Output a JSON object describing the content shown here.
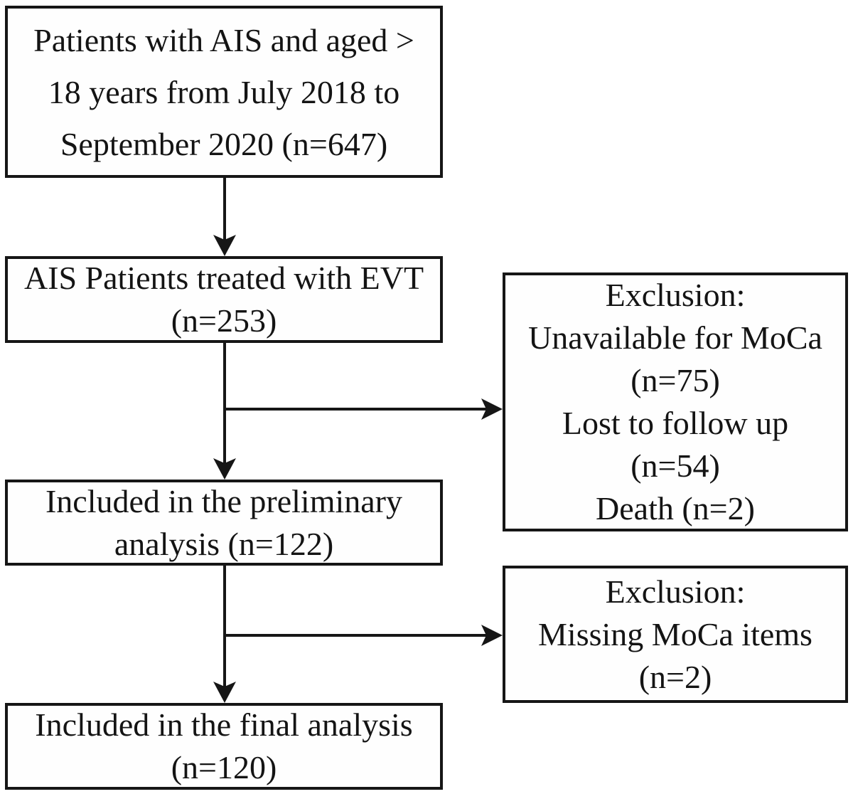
{
  "figure": {
    "type": "patient-flow-diagram",
    "colors": {
      "line": "#161616",
      "text": "#141414",
      "background": "#ffffff",
      "box_fill": "#fefefe"
    },
    "boxes": [
      {
        "id": "enrollment",
        "lines": [
          "Patients with AIS and aged >",
          "18 years from July 2018 to",
          "September 2020 (n=647)"
        ]
      },
      {
        "id": "evt",
        "lines": [
          "AIS Patients treated with EVT",
          "(n=253)"
        ]
      },
      {
        "id": "exclusion-1",
        "lines": [
          "Exclusion:",
          "Unavailable for MoCa",
          "(n=75)",
          "Lost to follow up",
          "(n=54)",
          "Death (n=2)"
        ]
      },
      {
        "id": "preliminary",
        "lines": [
          "Included in the preliminary",
          "analysis (n=122)"
        ]
      },
      {
        "id": "exclusion-2",
        "lines": [
          "Exclusion:",
          "Missing MoCa items",
          "(n=2)"
        ]
      },
      {
        "id": "final",
        "lines": [
          "Included in the final analysis",
          "(n=120)"
        ]
      }
    ]
  }
}
